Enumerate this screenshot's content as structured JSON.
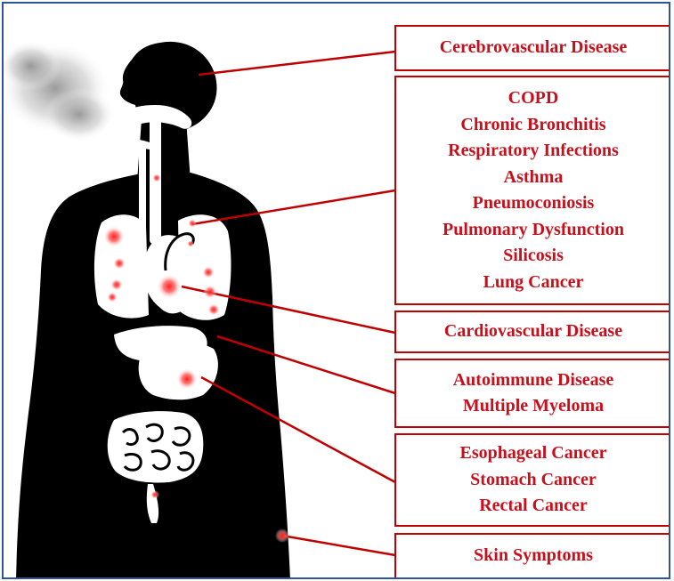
{
  "colors": {
    "silhouette": "#000000",
    "organ": "#ffffff",
    "label_text": "#c8101c",
    "label_border": "#c00000",
    "connector": "#c00000",
    "frame": "#2f5597",
    "highlight": "#ff2a2a"
  },
  "labels": {
    "cerebrovascular": {
      "lines": [
        "Cerebrovascular Disease"
      ]
    },
    "respiratory": {
      "lines": [
        "COPD",
        "Chronic Bronchitis",
        "Respiratory Infections",
        "Asthma",
        "Pneumoconiosis",
        "Pulmonary Dysfunction",
        "Silicosis",
        "Lung Cancer"
      ]
    },
    "cardiovascular": {
      "lines": [
        "Cardiovascular Disease"
      ]
    },
    "immune": {
      "lines": [
        "Autoimmune Disease",
        "Multiple  Myeloma"
      ]
    },
    "digestive": {
      "lines": [
        "Esophageal Cancer",
        "Stomach Cancer",
        "Rectal Cancer"
      ]
    },
    "skin": {
      "lines": [
        "Skin Symptoms"
      ]
    }
  }
}
